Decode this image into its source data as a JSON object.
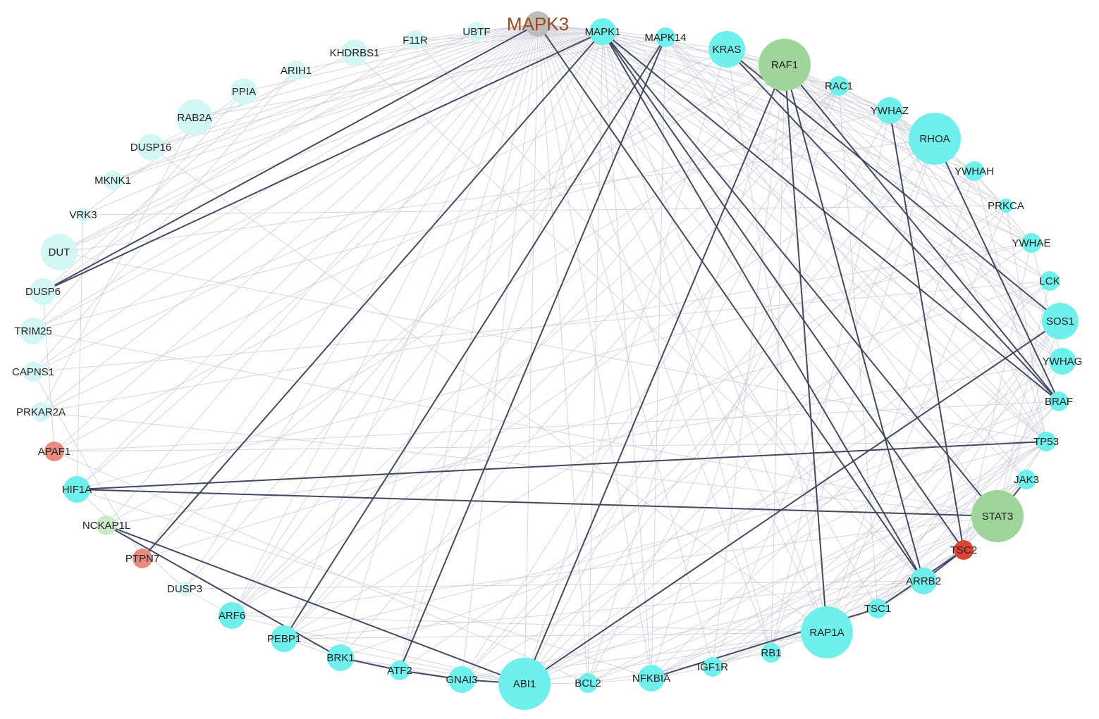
{
  "colors": {
    "hub": "#bdbdbd",
    "pale": "#d2f7f5",
    "cyan": "#6ff0ec",
    "green": "#9fd49a",
    "palegreen": "#cde8c9",
    "salmon": "#e88a80",
    "red": "#dd4535",
    "edge_light": "#c6c8d4",
    "edge_dark": "#3a4058"
  },
  "nodes": [
    {
      "id": "MAPK3",
      "type": "hub",
      "rank": 3
    },
    {
      "id": "UBTF",
      "type": "pale",
      "rank": 1
    },
    {
      "id": "F11R",
      "type": "pale",
      "rank": 1
    },
    {
      "id": "KHDRBS1",
      "type": "pale",
      "rank": 2
    },
    {
      "id": "ARIH1",
      "type": "pale",
      "rank": 1
    },
    {
      "id": "PPIA",
      "type": "pale",
      "rank": 2
    },
    {
      "id": "RAB2A",
      "type": "pale",
      "rank": 3
    },
    {
      "id": "DUSP16",
      "type": "pale",
      "rank": 2
    },
    {
      "id": "MKNK1",
      "type": "pale",
      "rank": 1
    },
    {
      "id": "VRK3",
      "type": "pale",
      "rank": 0
    },
    {
      "id": "DUT",
      "type": "pale",
      "rank": 3
    },
    {
      "id": "DUSP6",
      "type": "pale",
      "rank": 2
    },
    {
      "id": "TRIM25",
      "type": "pale",
      "rank": 2
    },
    {
      "id": "CAPNS1",
      "type": "pale",
      "rank": 1
    },
    {
      "id": "PRKAR2A",
      "type": "pale",
      "rank": 1
    },
    {
      "id": "APAF1",
      "type": "salmon",
      "rank": 1
    },
    {
      "id": "HIF1A",
      "type": "cyan",
      "rank": 2
    },
    {
      "id": "NCKAP1L",
      "type": "palegreen",
      "rank": 1
    },
    {
      "id": "PTPN7",
      "type": "salmon",
      "rank": 1
    },
    {
      "id": "DUSP3",
      "type": "pale",
      "rank": 0
    },
    {
      "id": "ARF6",
      "type": "cyan",
      "rank": 2
    },
    {
      "id": "PEBP1",
      "type": "cyan",
      "rank": 2
    },
    {
      "id": "BRK1",
      "type": "cyan",
      "rank": 2
    },
    {
      "id": "ATF2",
      "type": "cyan",
      "rank": 1
    },
    {
      "id": "GNAI3",
      "type": "cyan",
      "rank": 2
    },
    {
      "id": "ABI1",
      "type": "cyan",
      "rank": 4
    },
    {
      "id": "BCL2",
      "type": "cyan",
      "rank": 1
    },
    {
      "id": "NFKBIA",
      "type": "cyan",
      "rank": 2
    },
    {
      "id": "IGF1R",
      "type": "cyan",
      "rank": 1
    },
    {
      "id": "RB1",
      "type": "cyan",
      "rank": 1
    },
    {
      "id": "RAP1A",
      "type": "cyan",
      "rank": 4
    },
    {
      "id": "TSC1",
      "type": "cyan",
      "rank": 1
    },
    {
      "id": "ARRB2",
      "type": "cyan",
      "rank": 2
    },
    {
      "id": "TSC2",
      "type": "red",
      "rank": 1
    },
    {
      "id": "STAT3",
      "type": "green",
      "rank": 4
    },
    {
      "id": "JAK3",
      "type": "cyan",
      "rank": 1
    },
    {
      "id": "TP53",
      "type": "cyan",
      "rank": 1
    },
    {
      "id": "BRAF",
      "type": "cyan",
      "rank": 1
    },
    {
      "id": "YWHAG",
      "type": "cyan",
      "rank": 2
    },
    {
      "id": "SOS1",
      "type": "cyan",
      "rank": 3
    },
    {
      "id": "LCK",
      "type": "cyan",
      "rank": 1
    },
    {
      "id": "YWHAE",
      "type": "cyan",
      "rank": 1
    },
    {
      "id": "PRKCA",
      "type": "cyan",
      "rank": 0
    },
    {
      "id": "YWHAH",
      "type": "cyan",
      "rank": 1
    },
    {
      "id": "RHOA",
      "type": "cyan",
      "rank": 4
    },
    {
      "id": "YWHAZ",
      "type": "cyan",
      "rank": 2
    },
    {
      "id": "RAC1",
      "type": "cyan",
      "rank": 1
    },
    {
      "id": "RAF1",
      "type": "green",
      "rank": 4
    },
    {
      "id": "KRAS",
      "type": "cyan",
      "rank": 3
    },
    {
      "id": "MAPK14",
      "type": "cyan",
      "rank": 1
    },
    {
      "id": "MAPK1",
      "type": "cyan",
      "rank": 2
    }
  ],
  "dark_edges": [
    [
      "MAPK3",
      "DUSP6"
    ],
    [
      "MAPK1",
      "DUSP6"
    ],
    [
      "MAPK1",
      "PTPN7"
    ],
    [
      "MAPK1",
      "ARRB2"
    ],
    [
      "MAPK1",
      "STAT3"
    ],
    [
      "MAPK1",
      "BRAF"
    ],
    [
      "MAPK14",
      "ATF2"
    ],
    [
      "MAPK14",
      "PEBP1"
    ],
    [
      "KRAS",
      "SOS1"
    ],
    [
      "KRAS",
      "BRAF"
    ],
    [
      "RAF1",
      "ABI1"
    ],
    [
      "RAF1",
      "RAP1A"
    ],
    [
      "RAF1",
      "BRAF"
    ],
    [
      "RAF1",
      "ARRB2"
    ],
    [
      "YWHAZ",
      "TSC2"
    ],
    [
      "RHOA",
      "BRAF"
    ],
    [
      "SOS1",
      "ABI1"
    ],
    [
      "HIF1A",
      "TP53"
    ],
    [
      "HIF1A",
      "STAT3"
    ],
    [
      "TSC2",
      "TSC1"
    ],
    [
      "TSC1",
      "NFKBIA"
    ],
    [
      "NCKAP1L",
      "ABI1"
    ],
    [
      "NCKAP1L",
      "BRK1"
    ],
    [
      "BRK1",
      "ATF2"
    ],
    [
      "ATF2",
      "GNAI3"
    ],
    [
      "GNAI3",
      "ABI1"
    ],
    [
      "JAK3",
      "STAT3"
    ],
    [
      "ARRB2",
      "TSC2"
    ],
    [
      "MAPK3",
      "ARRB2"
    ],
    [
      "MAPK1",
      "TSC2"
    ]
  ],
  "light_edges": [
    [
      "MAPK3",
      "UBTF"
    ],
    [
      "MAPK3",
      "F11R"
    ],
    [
      "MAPK3",
      "KHDRBS1"
    ],
    [
      "MAPK3",
      "ARIH1"
    ],
    [
      "MAPK3",
      "PPIA"
    ],
    [
      "MAPK3",
      "RAB2A"
    ],
    [
      "MAPK3",
      "DUSP16"
    ],
    [
      "MAPK3",
      "MKNK1"
    ],
    [
      "MAPK3",
      "VRK3"
    ],
    [
      "MAPK3",
      "DUT"
    ],
    [
      "MAPK3",
      "TRIM25"
    ],
    [
      "MAPK3",
      "CAPNS1"
    ],
    [
      "MAPK3",
      "PRKAR2A"
    ],
    [
      "MAPK3",
      "APAF1"
    ],
    [
      "MAPK3",
      "HIF1A"
    ],
    [
      "MAPK3",
      "NCKAP1L"
    ],
    [
      "MAPK3",
      "PTPN7"
    ],
    [
      "MAPK3",
      "DUSP3"
    ],
    [
      "MAPK3",
      "ARF6"
    ],
    [
      "MAPK3",
      "PEBP1"
    ],
    [
      "MAPK3",
      "BRK1"
    ],
    [
      "MAPK3",
      "ATF2"
    ],
    [
      "MAPK3",
      "GNAI3"
    ],
    [
      "MAPK3",
      "ABI1"
    ],
    [
      "MAPK3",
      "BCL2"
    ],
    [
      "MAPK3",
      "NFKBIA"
    ],
    [
      "MAPK3",
      "IGF1R"
    ],
    [
      "MAPK3",
      "RB1"
    ],
    [
      "MAPK3",
      "RAP1A"
    ],
    [
      "MAPK3",
      "TSC1"
    ],
    [
      "MAPK3",
      "TSC2"
    ],
    [
      "MAPK3",
      "STAT3"
    ],
    [
      "MAPK3",
      "JAK3"
    ],
    [
      "MAPK3",
      "TP53"
    ],
    [
      "MAPK3",
      "BRAF"
    ],
    [
      "MAPK3",
      "YWHAG"
    ],
    [
      "MAPK3",
      "SOS1"
    ],
    [
      "MAPK3",
      "LCK"
    ],
    [
      "MAPK3",
      "YWHAE"
    ],
    [
      "MAPK3",
      "PRKCA"
    ],
    [
      "MAPK3",
      "YWHAH"
    ],
    [
      "MAPK3",
      "RHOA"
    ],
    [
      "MAPK3",
      "YWHAZ"
    ],
    [
      "MAPK3",
      "RAC1"
    ],
    [
      "MAPK3",
      "RAF1"
    ],
    [
      "MAPK3",
      "KRAS"
    ],
    [
      "MAPK3",
      "MAPK14"
    ],
    [
      "MAPK3",
      "MAPK1"
    ],
    [
      "MAPK1",
      "KHDRBS1"
    ],
    [
      "MAPK1",
      "DUSP16"
    ],
    [
      "MAPK1",
      "MKNK1"
    ],
    [
      "MAPK1",
      "DUT"
    ],
    [
      "MAPK1",
      "TRIM25"
    ],
    [
      "MAPK1",
      "HIF1A"
    ],
    [
      "MAPK1",
      "ARF6"
    ],
    [
      "MAPK1",
      "ATF2"
    ],
    [
      "MAPK1",
      "BCL2"
    ],
    [
      "MAPK1",
      "NFKBIA"
    ],
    [
      "MAPK1",
      "RB1"
    ],
    [
      "MAPK1",
      "RAP1A"
    ],
    [
      "MAPK1",
      "TP53"
    ],
    [
      "MAPK1",
      "SOS1"
    ],
    [
      "MAPK1",
      "YWHAE"
    ],
    [
      "MAPK1",
      "RHOA"
    ],
    [
      "MAPK1",
      "RAF1"
    ],
    [
      "MAPK14",
      "RAB2A"
    ],
    [
      "MAPK14",
      "DUSP3"
    ],
    [
      "MAPK14",
      "ARF6"
    ],
    [
      "MAPK14",
      "NFKBIA"
    ],
    [
      "MAPK14",
      "TP53"
    ],
    [
      "MAPK14",
      "STAT3"
    ],
    [
      "MAPK14",
      "YWHAG"
    ],
    [
      "MAPK14",
      "JAK3"
    ],
    [
      "KRAS",
      "RAF1"
    ],
    [
      "KRAS",
      "RHOA"
    ],
    [
      "KRAS",
      "YWHAZ"
    ],
    [
      "KRAS",
      "PRKCA"
    ],
    [
      "KRAS",
      "RAP1A"
    ],
    [
      "KRAS",
      "ABI1"
    ],
    [
      "KRAS",
      "PTPN7"
    ],
    [
      "KRAS",
      "CAPNS1"
    ],
    [
      "RAF1",
      "YWHAZ"
    ],
    [
      "RAF1",
      "YWHAH"
    ],
    [
      "RAF1",
      "YWHAE"
    ],
    [
      "RAF1",
      "YWHAG"
    ],
    [
      "RAF1",
      "PRKCA"
    ],
    [
      "RAF1",
      "RHOA"
    ],
    [
      "RAF1",
      "SOS1"
    ],
    [
      "RAF1",
      "TP53"
    ],
    [
      "RAF1",
      "RB1"
    ],
    [
      "RAF1",
      "IGF1R"
    ],
    [
      "RAF1",
      "BCL2"
    ],
    [
      "RAF1",
      "APAF1"
    ],
    [
      "RAF1",
      "PRKAR2A"
    ],
    [
      "RAF1",
      "ARF6"
    ],
    [
      "RAC1",
      "RHOA"
    ],
    [
      "RAC1",
      "ABI1"
    ],
    [
      "RAC1",
      "BRK1"
    ],
    [
      "RAC1",
      "NCKAP1L"
    ],
    [
      "RAC1",
      "ARF6"
    ],
    [
      "RAC1",
      "PEBP1"
    ],
    [
      "RAC1",
      "GNAI3"
    ],
    [
      "RAC1",
      "NFKBIA"
    ],
    [
      "YWHAZ",
      "YWHAH"
    ],
    [
      "YWHAZ",
      "YWHAE"
    ],
    [
      "YWHAZ",
      "YWHAG"
    ],
    [
      "YWHAZ",
      "BRAF"
    ],
    [
      "YWHAZ",
      "TP53"
    ],
    [
      "YWHAZ",
      "TRIM25"
    ],
    [
      "YWHAZ",
      "BCL2"
    ],
    [
      "RHOA",
      "ABI1"
    ],
    [
      "RHOA",
      "GNAI3"
    ],
    [
      "RHOA",
      "ARF6"
    ],
    [
      "RHOA",
      "PRKCA"
    ],
    [
      "RHOA",
      "IGF1R"
    ],
    [
      "RHOA",
      "DUT"
    ],
    [
      "YWHAH",
      "YWHAE"
    ],
    [
      "YWHAH",
      "TP53"
    ],
    [
      "YWHAH",
      "GNAI3"
    ],
    [
      "PRKCA",
      "RAP1A"
    ],
    [
      "PRKCA",
      "TP53"
    ],
    [
      "PRKCA",
      "ABI1"
    ],
    [
      "PRKCA",
      "PEBP1"
    ],
    [
      "PRKCA",
      "VRK3"
    ],
    [
      "YWHAE",
      "YWHAG"
    ],
    [
      "YWHAE",
      "TSC2"
    ],
    [
      "YWHAE",
      "HIF1A"
    ],
    [
      "YWHAE",
      "ATF2"
    ],
    [
      "LCK",
      "STAT3"
    ],
    [
      "LCK",
      "ABI1"
    ],
    [
      "LCK",
      "PTPN7"
    ],
    [
      "LCK",
      "CAPNS1"
    ],
    [
      "SOS1",
      "RAP1A"
    ],
    [
      "SOS1",
      "STAT3"
    ],
    [
      "SOS1",
      "GNAI3"
    ],
    [
      "SOS1",
      "RB1"
    ],
    [
      "YWHAG",
      "TSC2"
    ],
    [
      "YWHAG",
      "IGF1R"
    ],
    [
      "YWHAG",
      "ABI1"
    ],
    [
      "BRAF",
      "RAP1A"
    ],
    [
      "BRAF",
      "TSC1"
    ],
    [
      "BRAF",
      "APAF1"
    ],
    [
      "BRAF",
      "BRK1"
    ],
    [
      "TP53",
      "STAT3"
    ],
    [
      "TP53",
      "RB1"
    ],
    [
      "TP53",
      "BCL2"
    ],
    [
      "TP53",
      "APAF1"
    ],
    [
      "TP53",
      "IGF1R"
    ],
    [
      "TP53",
      "NFKBIA"
    ],
    [
      "TP53",
      "TSC2"
    ],
    [
      "TP53",
      "HIF1A"
    ],
    [
      "TP53",
      "DUT"
    ],
    [
      "JAK3",
      "ABI1"
    ],
    [
      "JAK3",
      "NFKBIA"
    ],
    [
      "STAT3",
      "NFKBIA"
    ],
    [
      "STAT3",
      "BCL2"
    ],
    [
      "STAT3",
      "IGF1R"
    ],
    [
      "STAT3",
      "RAP1A"
    ],
    [
      "STAT3",
      "ARRB2"
    ],
    [
      "STAT3",
      "TRIM25"
    ],
    [
      "STAT3",
      "PRKAR2A"
    ],
    [
      "STAT3",
      "ARF6"
    ],
    [
      "TSC2",
      "RB1"
    ],
    [
      "TSC2",
      "IGF1R"
    ],
    [
      "ARRB2",
      "RAP1A"
    ],
    [
      "ARRB2",
      "IGF1R"
    ],
    [
      "ARRB2",
      "GNAI3"
    ],
    [
      "ARRB2",
      "PEBP1"
    ],
    [
      "ARRB2",
      "DUSP3"
    ],
    [
      "ARRB2",
      "KHDRBS1"
    ],
    [
      "ARRB2",
      "F11R"
    ],
    [
      "ARRB2",
      "TSC1"
    ],
    [
      "RAP1A",
      "IGF1R"
    ],
    [
      "RAP1A",
      "ABI1"
    ],
    [
      "RAP1A",
      "GNAI3"
    ],
    [
      "RAP1A",
      "PEBP1"
    ],
    [
      "RAP1A",
      "ARF6"
    ],
    [
      "RAP1A",
      "DUSP16"
    ],
    [
      "RB1",
      "BCL2"
    ],
    [
      "IGF1R",
      "NFKBIA"
    ],
    [
      "NFKBIA",
      "BCL2"
    ],
    [
      "NFKBIA",
      "HIF1A"
    ],
    [
      "BCL2",
      "APAF1"
    ],
    [
      "BCL2",
      "ABI1"
    ],
    [
      "ABI1",
      "BRK1"
    ],
    [
      "ABI1",
      "ARF6"
    ],
    [
      "ABI1",
      "PEBP1"
    ],
    [
      "GNAI3",
      "BRK1"
    ],
    [
      "PEBP1",
      "BRK1"
    ],
    [
      "ARF6",
      "DUSP3"
    ],
    [
      "HIF1A",
      "DUSP3"
    ],
    [
      "HIF1A",
      "VRK3"
    ],
    [
      "PTPN7",
      "CAPNS1"
    ],
    [
      "APAF1",
      "DUSP6"
    ],
    [
      "DUT",
      "UBTF"
    ],
    [
      "DUSP6",
      "F11R"
    ],
    [
      "DUSP6",
      "ARIH1"
    ],
    [
      "DUSP16",
      "KHDRBS1"
    ],
    [
      "MKNK1",
      "UBTF"
    ],
    [
      "TRIM25",
      "PPIA"
    ],
    [
      "CAPNS1",
      "ARIH1"
    ],
    [
      "PRKAR2A",
      "RAB2A"
    ],
    [
      "VRK3",
      "PPIA"
    ],
    [
      "MAPK14",
      "RHOA"
    ],
    [
      "MAPK14",
      "SOS1"
    ],
    [
      "KRAS",
      "LCK"
    ],
    [
      "RAC1",
      "TSC1"
    ],
    [
      "YWHAZ",
      "RB1"
    ],
    [
      "YWHAH",
      "RAP1A"
    ],
    [
      "RHOA",
      "RB1"
    ],
    [
      "LCK",
      "NFKBIA"
    ],
    [
      "SOS1",
      "TSC1"
    ],
    [
      "JAK3",
      "TSC1"
    ],
    [
      "BRAF",
      "ABI1"
    ],
    [
      "TP53",
      "PEBP1"
    ],
    [
      "RAF1",
      "PEBP1"
    ],
    [
      "STAT3",
      "HIF1A"
    ],
    [
      "YWHAG",
      "NCKAP1L"
    ],
    [
      "YWHAE",
      "PRKAR2A"
    ],
    [
      "MAPK1",
      "F11R"
    ]
  ]
}
